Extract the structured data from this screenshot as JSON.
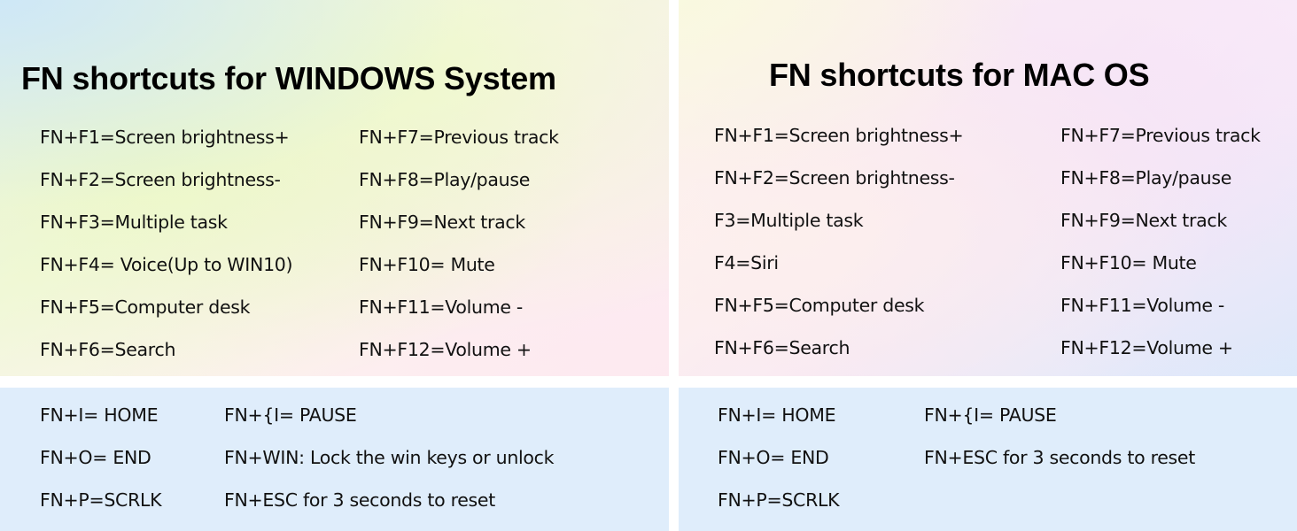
{
  "colors": {
    "panel_blue": "#dfedfb",
    "text": "#111111",
    "heading": "#000000",
    "divider": "#ffffff"
  },
  "windows_panel": {
    "heading": "FN shortcuts for WINDOWS System",
    "column_left": [
      "FN+F1=Screen brightness+",
      "FN+F2=Screen brightness-",
      "FN+F3=Multiple task",
      "FN+F4= Voice(Up to WIN10)",
      "FN+F5=Computer desk",
      "FN+F6=Search"
    ],
    "column_right": [
      "FN+F7=Previous track",
      "FN+F8=Play/pause",
      "FN+F9=Next track",
      "FN+F10= Mute",
      "FN+F11=Volume -",
      "FN+F12=Volume +"
    ],
    "bottom_column_left": [
      "FN+I= HOME",
      "FN+O= END",
      "FN+P=SCRLK"
    ],
    "bottom_column_right": [
      "FN+{I= PAUSE",
      "FN+WIN: Lock the win keys or unlock",
      "FN+ESC for 3 seconds to reset"
    ]
  },
  "mac_panel": {
    "heading": "FN shortcuts for MAC OS",
    "column_left": [
      "FN+F1=Screen brightness+",
      "FN+F2=Screen brightness-",
      "F3=Multiple task",
      "F4=Siri",
      "FN+F5=Computer desk",
      "FN+F6=Search"
    ],
    "column_right": [
      "FN+F7=Previous track",
      "FN+F8=Play/pause",
      "FN+F9=Next track",
      "FN+F10= Mute",
      "FN+F11=Volume -",
      "FN+F12=Volume +"
    ],
    "bottom_column_left": [
      "FN+I= HOME",
      "FN+O= END",
      "FN+P=SCRLK"
    ],
    "bottom_column_right": [
      "FN+{I= PAUSE",
      "FN+ESC for 3 seconds to reset"
    ]
  }
}
